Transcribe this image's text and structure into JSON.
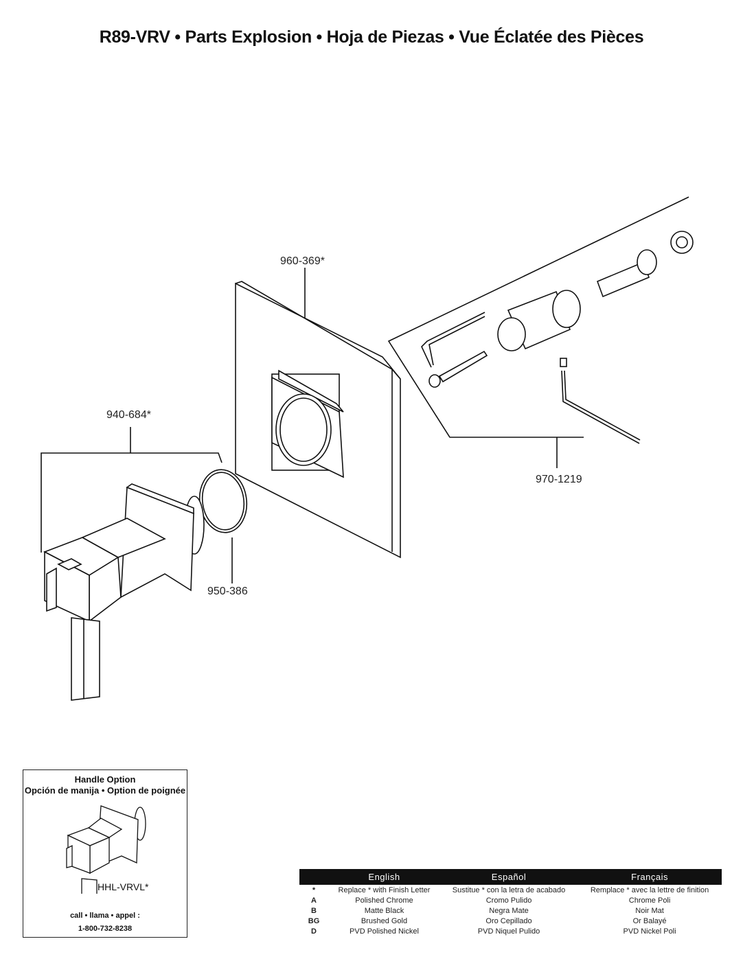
{
  "title": "R89-VRV  •  Parts Explosion  •  Hoja de Piezas  •  Vue Éclatée des Pièces",
  "parts": {
    "escutcheon": "960-369*",
    "handle": "940-684*",
    "oring": "950-386",
    "kit": "970-1219"
  },
  "handle_option": {
    "title": "Handle Option",
    "subtitle": "Opción de manija • Option de poignée",
    "part": "HHL-VRVL*",
    "call": "call • llama • appel :",
    "phone": "1-800-732-8238"
  },
  "finish_table": {
    "headers": [
      "",
      "English",
      "Español",
      "Français"
    ],
    "rows": [
      {
        "code": "*",
        "en": "Replace * with Finish Letter",
        "es": "Sustitue * con la letra de acabado",
        "fr": "Remplace * avec la lettre de finition"
      },
      {
        "code": "A",
        "en": "Polished Chrome",
        "es": "Cromo Pulido",
        "fr": "Chrome Poli"
      },
      {
        "code": "B",
        "en": "Matte Black",
        "es": "Negra Mate",
        "fr": "Noir Mat"
      },
      {
        "code": "BG",
        "en": "Brushed Gold",
        "es": "Oro Cepillado",
        "fr": "Or Balayé"
      },
      {
        "code": "D",
        "en": "PVD Polished Nickel",
        "es": "PVD Niquel Pulido",
        "fr": "PVD Nickel Poli"
      }
    ]
  }
}
